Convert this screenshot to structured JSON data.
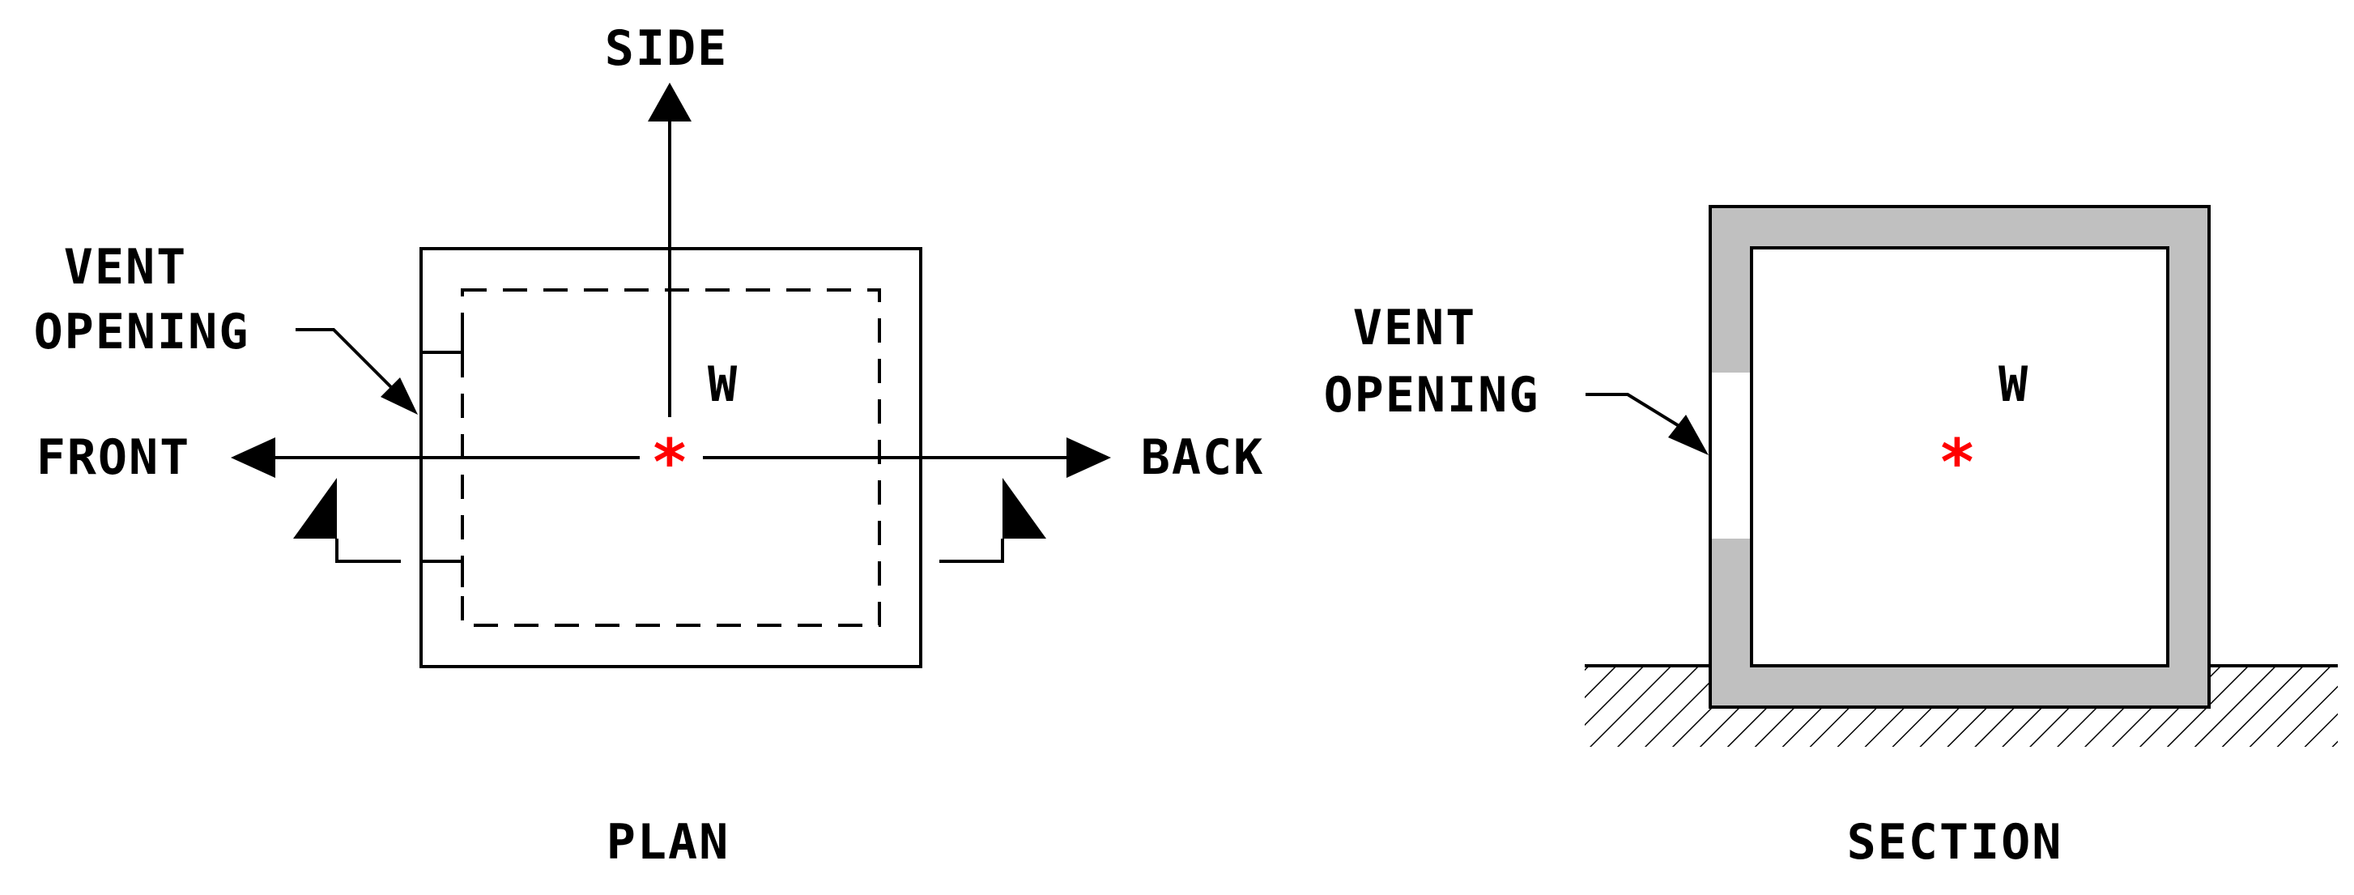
{
  "plan": {
    "side_label": "SIDE",
    "vent_label_line1": "VENT",
    "vent_label_line2": "OPENING",
    "front_label": "FRONT",
    "back_label": "BACK",
    "weight_label": "W",
    "center_marker": "*",
    "caption": "PLAN"
  },
  "section": {
    "vent_label_line1": "VENT",
    "vent_label_line2": "OPENING",
    "weight_label": "W",
    "center_marker": "*",
    "caption": "SECTION"
  },
  "colors": {
    "line": "#000000",
    "wall": "#c0c0c0",
    "marker": "#ff0000"
  }
}
